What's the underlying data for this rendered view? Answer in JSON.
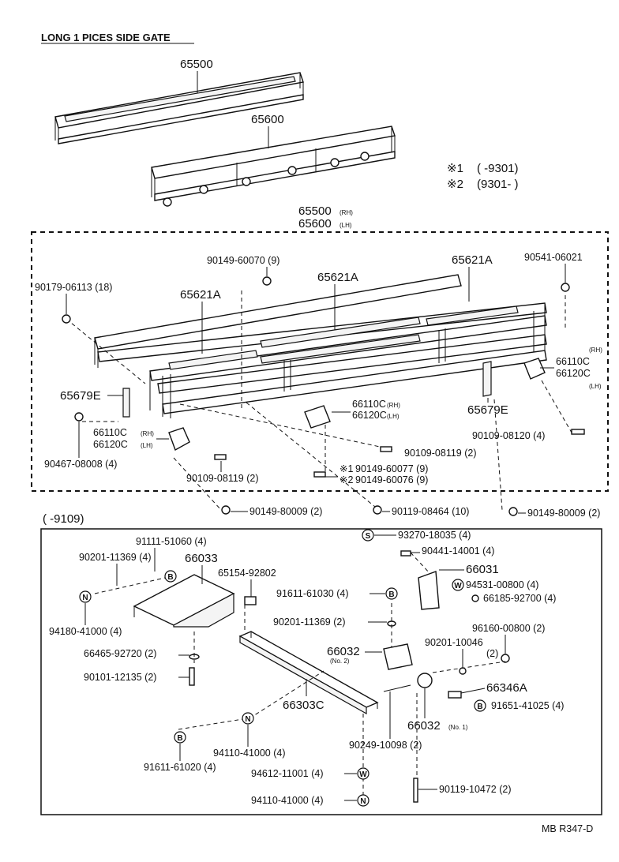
{
  "title": "LONG 1 PICES SIDE GATE",
  "footer_code": "MB R347-D",
  "notes": {
    "n1_mark": "※1",
    "n1_range": "(      -9301)",
    "n2_mark": "※2",
    "n2_range": "(9301-      )"
  },
  "upper": {
    "p65500": "65500",
    "p65600": "65600",
    "assy_rh_num": "65500",
    "assy_rh_tag": "(RH)",
    "assy_lh_num": "65600",
    "assy_lh_tag": "(LH)"
  },
  "middle": {
    "a": "90149-60070 (9)",
    "b": "90541-06021",
    "c": "65621A",
    "d": "65621A",
    "e": "65621A",
    "f": "90179-06113 (18)",
    "g_num": "66110C",
    "g_tag": "(RH)",
    "h_num": "66120C",
    "h_tag": "(LH)",
    "i": "65679E",
    "j_num": "66110C",
    "j_tag": "(RH)",
    "k_num": "66120C",
    "k_tag": "(LH)",
    "l": "65679E",
    "m_num": "66110C",
    "m_tag": "(RH)",
    "n_num": "66120C",
    "n_tag": "(LH)",
    "o": "90109-08120 (4)",
    "p": "90467-08008 (4)",
    "q": "90109-08119 (2)",
    "r": "90109-08119 (2)",
    "s_mark": "※1",
    "s": "90149-60077 (9)",
    "t_mark": "※2",
    "t": "90149-60076 (9)",
    "u": "90149-80009 (2)",
    "v": "90119-08464 (10)",
    "w": "90149-80009 (2)"
  },
  "lower": {
    "range": "(      -9109)",
    "p93270": "93270-18035 (4)",
    "p90441": "90441-14001 (4)",
    "p66031": "66031",
    "p94531": "94531-00800 (4)",
    "p66185": "66185-92700 (4)",
    "p91111": "91111-51060 (4)",
    "p90201a": "90201-11369 (4)",
    "p66033": "66033",
    "p65154": "65154-92802",
    "p91611a": "91611-61030 (4)",
    "p94180": "94180-41000 (4)",
    "p90201b": "90201-11369 (2)",
    "p96160": "96160-00800 (2)",
    "p90201c": "90201-10046",
    "p90201c_qty": "(2)",
    "p66032a": "66032",
    "p66032a_tag": "(No. 2)",
    "p66465": "66465-92720 (2)",
    "p90101": "90101-12135 (2)",
    "p66346": "66346A",
    "p91651": "91651-41025 (4)",
    "p66303": "66303C",
    "p66032b": "66032",
    "p66032b_tag": "(No. 1)",
    "p94110a": "94110-41000 (4)",
    "p91611b": "91611-61020 (4)",
    "p90249": "90249-10098 (2)",
    "p94612": "94612-11001 (4)",
    "p90119": "90119-10472 (2)",
    "p94110b": "94110-41000 (4)"
  },
  "symbols": {
    "S": "S",
    "W": "W",
    "N": "N",
    "B": "B"
  }
}
